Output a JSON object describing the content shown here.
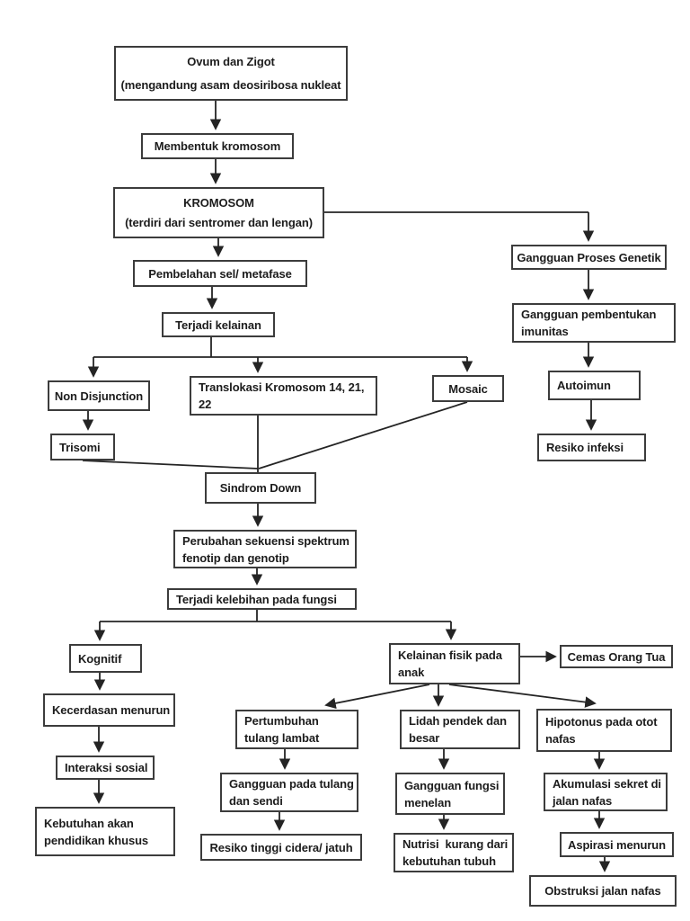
{
  "diagram": {
    "topic": "Sindrom Down pathway flowchart",
    "language": "Indonesian"
  },
  "colors": {
    "background": "#ffffff",
    "box_border": "#3c3c3c",
    "connector": "#242424",
    "text": "#1c1c1c"
  },
  "nodes": {
    "ovum": {
      "line1": "Ovum dan Zigot",
      "line2": "(mengandung asam deosiribosa nukleat"
    },
    "membentuk": {
      "line1": "Membentuk kromosom"
    },
    "kromosom": {
      "line1": "KROMOSOM",
      "line2": "(terdiri dari sentromer dan lengan)"
    },
    "pembelahan": {
      "line1": "Pembelahan sel/ metafase"
    },
    "terjadi_kelainan": {
      "line1": "Terjadi kelainan"
    },
    "gangguan_genetik": {
      "line1": "Gangguan Proses Genetik"
    },
    "gangguan_imunitas": {
      "line1": "Gangguan pembentukan",
      "line2": "imunitas"
    },
    "autoimun": {
      "line1": "Autoimun"
    },
    "resiko_infeksi": {
      "line1": "Resiko infeksi"
    },
    "non_disjunction": {
      "line1": "Non Disjunction"
    },
    "translokasi": {
      "line1": "Translokasi Kromosom 14, 21,",
      "line2": "22"
    },
    "mosaic": {
      "line1": "Mosaic"
    },
    "trisomi": {
      "line1": "Trisomi"
    },
    "sindrom_down": {
      "line1": "Sindrom Down"
    },
    "perubahan": {
      "line1": "Perubahan sekuensi spektrum",
      "line2": "fenotip dan genotip"
    },
    "terjadi_kelebihan": {
      "line1": "Terjadi kelebihan pada fungsi"
    },
    "kognitif": {
      "line1": "Kognitif"
    },
    "kecerdasan": {
      "line1": "Kecerdasan menurun"
    },
    "interaksi": {
      "line1": "Interaksi sosial"
    },
    "kebutuhan": {
      "line1": "Kebutuhan akan",
      "line2": "pendidikan khusus"
    },
    "kelainan_fisik": {
      "line1": "Kelainan fisik pada",
      "line2": "anak"
    },
    "cemas": {
      "line1": "Cemas Orang Tua"
    },
    "pertumbuhan": {
      "line1": "Pertumbuhan",
      "line2": "tulang lambat"
    },
    "gangguan_tulang": {
      "line1": "Gangguan pada tulang",
      "line2": "dan sendi"
    },
    "resiko_cidera": {
      "line1": "Resiko tinggi cidera/ jatuh"
    },
    "lidah": {
      "line1": "Lidah pendek dan",
      "line2": "besar"
    },
    "gangguan_menelan": {
      "line1": "Gangguan fungsi",
      "line2": "menelan"
    },
    "nutrisi": {
      "line1": "Nutrisi  kurang dari",
      "line2": "kebutuhan tubuh"
    },
    "hipotonus": {
      "line1": "Hipotonus pada otot",
      "line2": "nafas"
    },
    "akumulasi": {
      "line1": "Akumulasi sekret di",
      "line2": "jalan nafas"
    },
    "aspirasi": {
      "line1": "Aspirasi menurun"
    },
    "obstruksi": {
      "line1": "Obstruksi jalan nafas"
    }
  },
  "edges": [
    {
      "from": "ovum",
      "to": "membentuk"
    },
    {
      "from": "membentuk",
      "to": "kromosom"
    },
    {
      "from": "kromosom",
      "to": "pembelahan"
    },
    {
      "from": "kromosom",
      "to": "gangguan_genetik"
    },
    {
      "from": "gangguan_genetik",
      "to": "gangguan_imunitas"
    },
    {
      "from": "gangguan_imunitas",
      "to": "autoimun"
    },
    {
      "from": "autoimun",
      "to": "resiko_infeksi"
    },
    {
      "from": "pembelahan",
      "to": "terjadi_kelainan"
    },
    {
      "from": "terjadi_kelainan",
      "to": "non_disjunction"
    },
    {
      "from": "terjadi_kelainan",
      "to": "translokasi"
    },
    {
      "from": "terjadi_kelainan",
      "to": "mosaic"
    },
    {
      "from": "non_disjunction",
      "to": "trisomi"
    },
    {
      "from": "trisomi",
      "to": "sindrom_down"
    },
    {
      "from": "translokasi",
      "to": "sindrom_down"
    },
    {
      "from": "mosaic",
      "to": "sindrom_down"
    },
    {
      "from": "sindrom_down",
      "to": "perubahan"
    },
    {
      "from": "perubahan",
      "to": "terjadi_kelebihan"
    },
    {
      "from": "terjadi_kelebihan",
      "to": "kognitif"
    },
    {
      "from": "terjadi_kelebihan",
      "to": "kelainan_fisik"
    },
    {
      "from": "kognitif",
      "to": "kecerdasan"
    },
    {
      "from": "kecerdasan",
      "to": "interaksi"
    },
    {
      "from": "interaksi",
      "to": "kebutuhan"
    },
    {
      "from": "kelainan_fisik",
      "to": "cemas"
    },
    {
      "from": "kelainan_fisik",
      "to": "pertumbuhan"
    },
    {
      "from": "kelainan_fisik",
      "to": "lidah"
    },
    {
      "from": "kelainan_fisik",
      "to": "hipotonus"
    },
    {
      "from": "pertumbuhan",
      "to": "gangguan_tulang"
    },
    {
      "from": "gangguan_tulang",
      "to": "resiko_cidera"
    },
    {
      "from": "lidah",
      "to": "gangguan_menelan"
    },
    {
      "from": "gangguan_menelan",
      "to": "nutrisi"
    },
    {
      "from": "hipotonus",
      "to": "akumulasi"
    },
    {
      "from": "akumulasi",
      "to": "aspirasi"
    },
    {
      "from": "aspirasi",
      "to": "obstruksi"
    }
  ]
}
